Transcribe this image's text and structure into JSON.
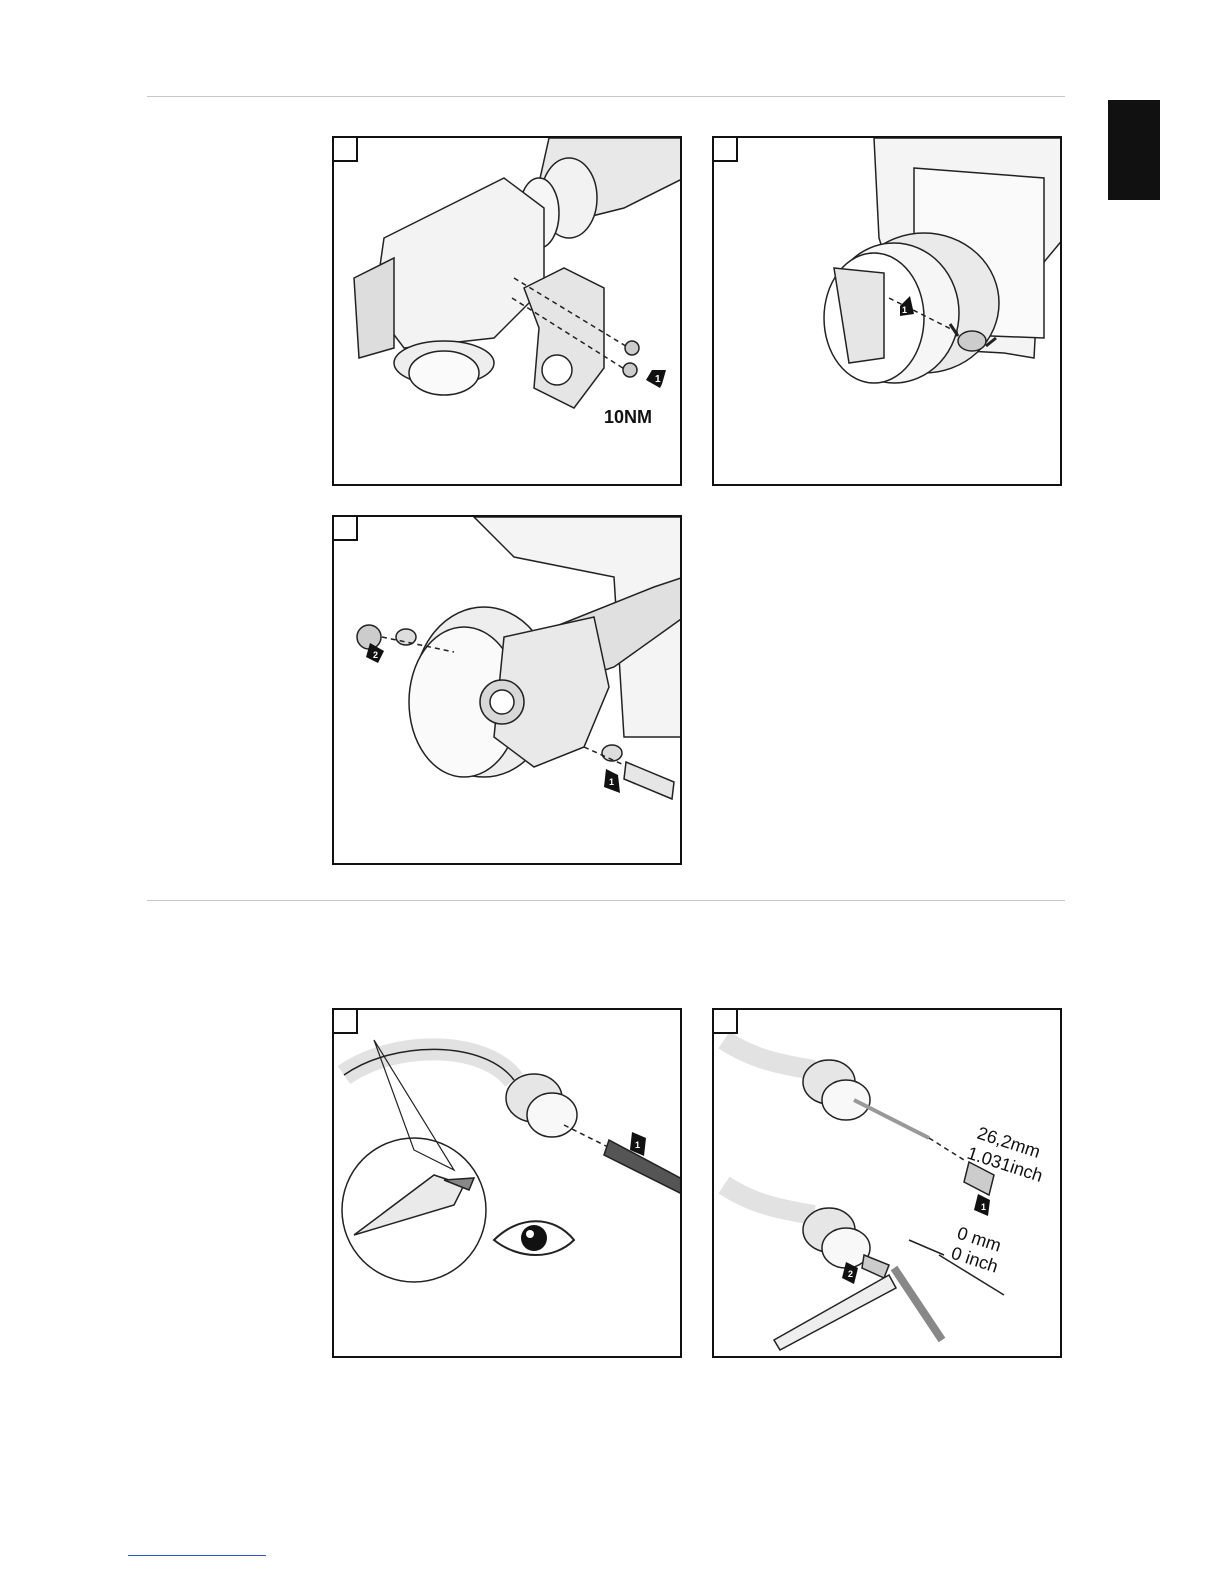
{
  "page": {
    "section_tab_color": "#111111",
    "rule_color": "#c8c8c8"
  },
  "figures": {
    "torque_label": "10NM",
    "length_mm": "26,2mm",
    "length_inch": "1.031inch",
    "gap_mm": "0 mm",
    "gap_inch": "0 inch",
    "step_markers": [
      "1",
      "2"
    ]
  },
  "icons": [
    "arrow-1-icon",
    "arrow-2-icon",
    "eye-icon"
  ]
}
